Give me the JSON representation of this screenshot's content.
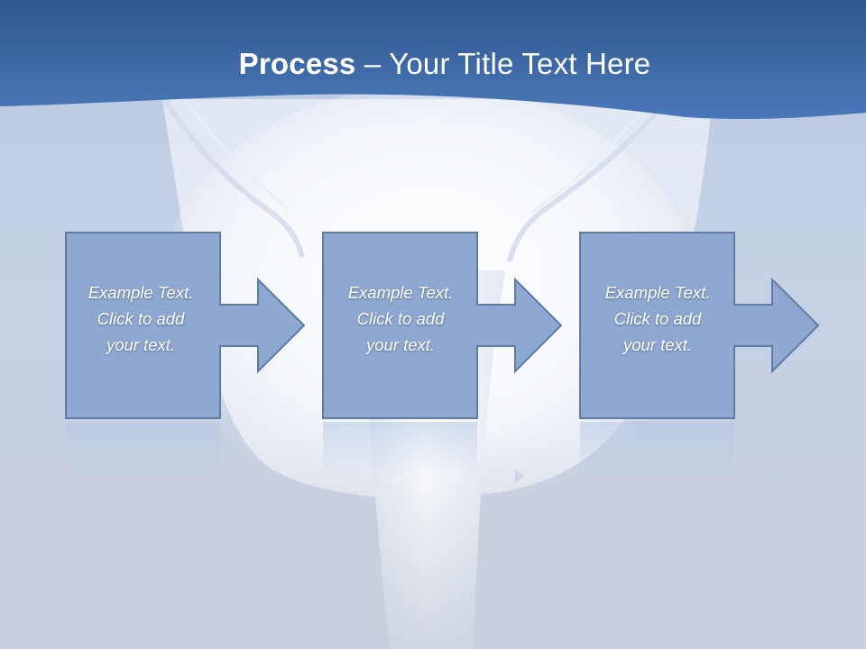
{
  "slide": {
    "title_bold": "Process",
    "title_rest": " – Your Title Text Here"
  },
  "steps": [
    {
      "line1": "Example Text.",
      "line2": "Click  to add",
      "line3": "your text."
    },
    {
      "line1": "Example Text.",
      "line2": "Click  to add",
      "line3": "your text."
    },
    {
      "line1": "Example Text.",
      "line2": "Click  to add",
      "line3": "your text."
    }
  ],
  "colors": {
    "header_blue": "#3f6aa6",
    "box_fill": "#8ea8d1",
    "box_stroke": "#5f7aa3",
    "background": "#c6d1e4"
  },
  "icons": [
    "right-arrow-icon"
  ]
}
